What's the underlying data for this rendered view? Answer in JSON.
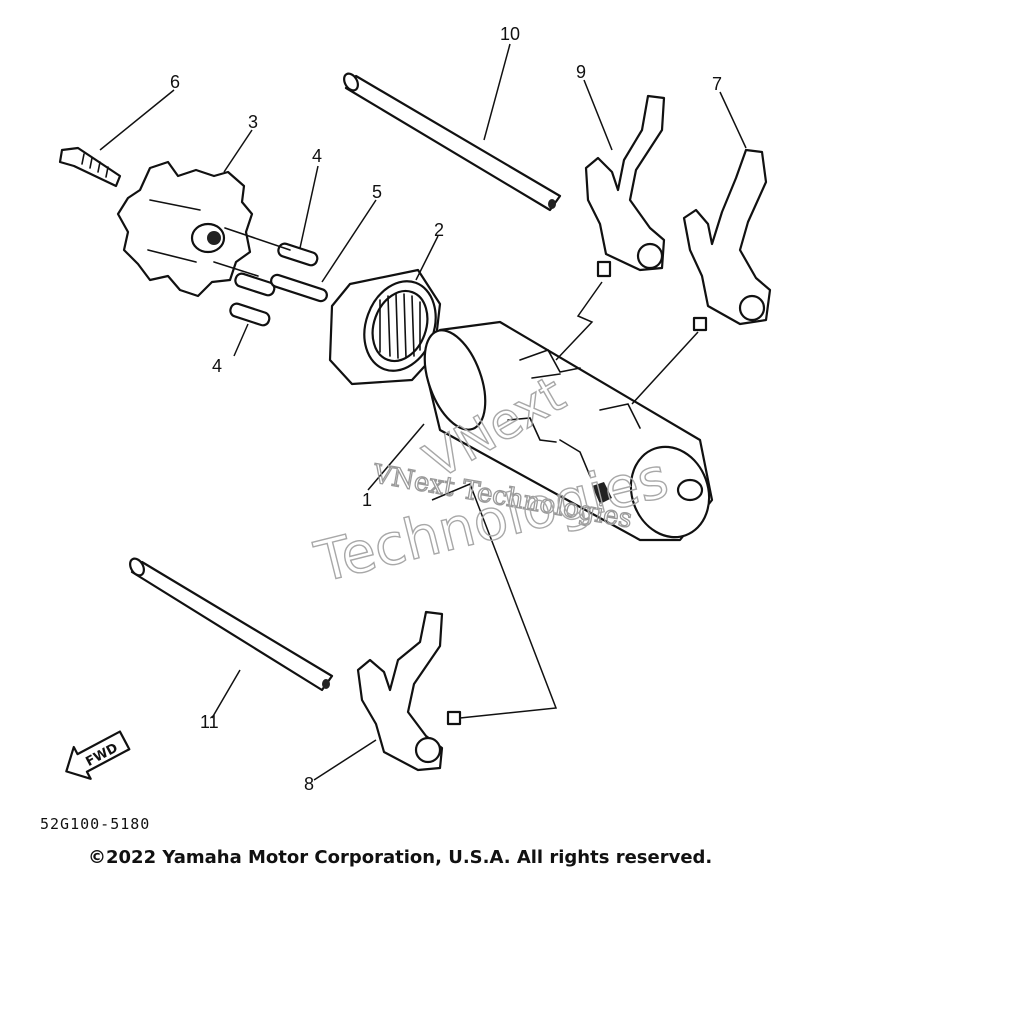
{
  "callouts": [
    {
      "id": "1",
      "label": "1"
    },
    {
      "id": "2",
      "label": "2"
    },
    {
      "id": "3",
      "label": "3"
    },
    {
      "id": "4a",
      "label": "4"
    },
    {
      "id": "4b",
      "label": "4"
    },
    {
      "id": "5",
      "label": "5"
    },
    {
      "id": "6",
      "label": "6"
    },
    {
      "id": "7",
      "label": "7"
    },
    {
      "id": "8",
      "label": "8"
    },
    {
      "id": "9",
      "label": "9"
    },
    {
      "id": "10",
      "label": "10"
    },
    {
      "id": "11",
      "label": "11"
    }
  ],
  "direction_arrow": {
    "label": "FWD"
  },
  "watermark": {
    "line1": "VNext Technologies",
    "line2": "Technologies",
    "line3": "VNext"
  },
  "footer": {
    "reference": "52G100-5180",
    "copyright": "©2022 Yamaha Motor Corporation, U.S.A. All rights reserved."
  }
}
